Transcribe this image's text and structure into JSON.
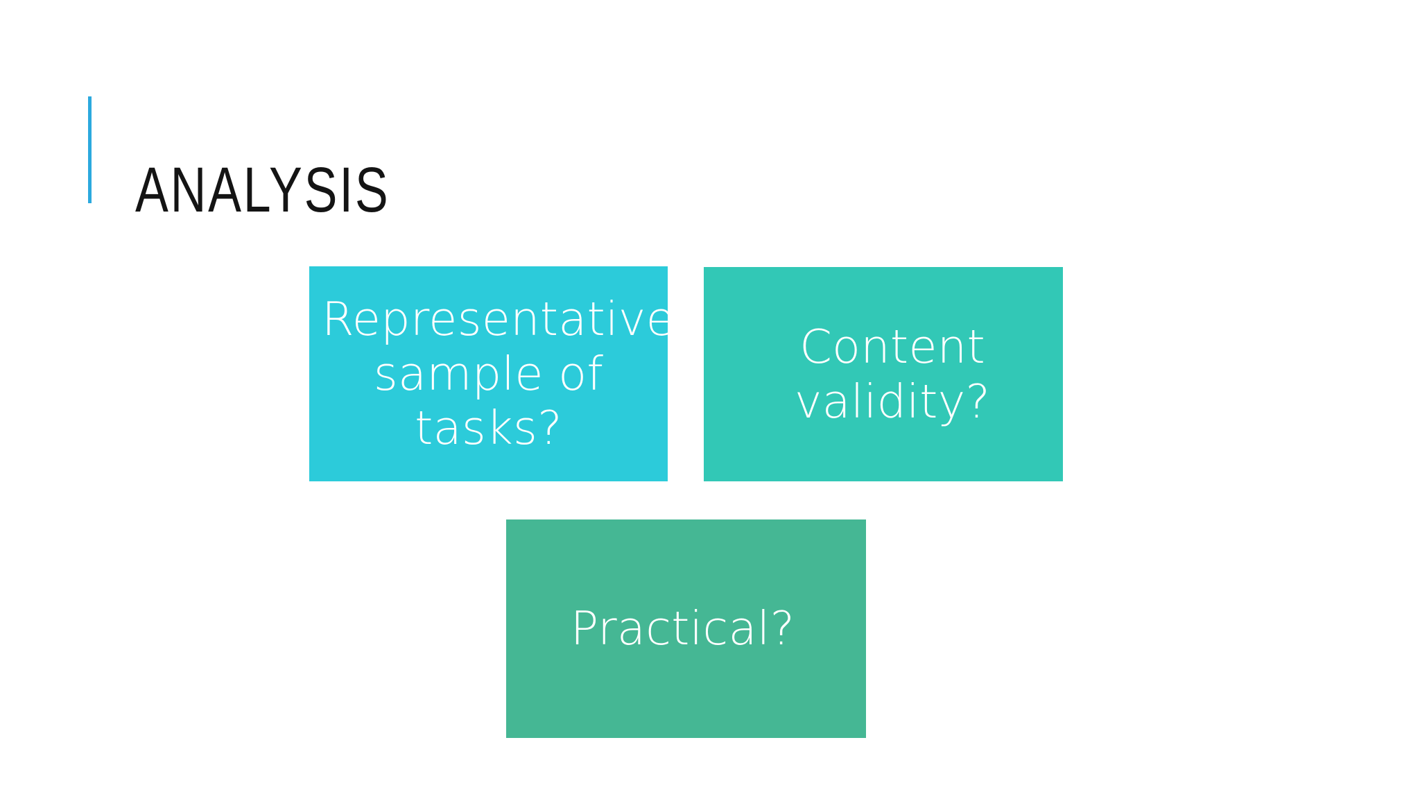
{
  "slide": {
    "background_color": "#ffffff",
    "title": "Analysis",
    "title_color": "#141414",
    "accent_bar_color": "#2CA9DE"
  },
  "boxes": [
    {
      "id": "representative-sample",
      "label": "Representative sample of tasks?",
      "fill_color": "#2CCBDA",
      "text_color": "#ffffff"
    },
    {
      "id": "content-validity",
      "label": "Content validity?",
      "fill_color": "#32C8B6",
      "text_color": "#ffffff"
    },
    {
      "id": "practical",
      "label": "Practical?",
      "fill_color": "#45B794",
      "text_color": "#ffffff"
    }
  ]
}
